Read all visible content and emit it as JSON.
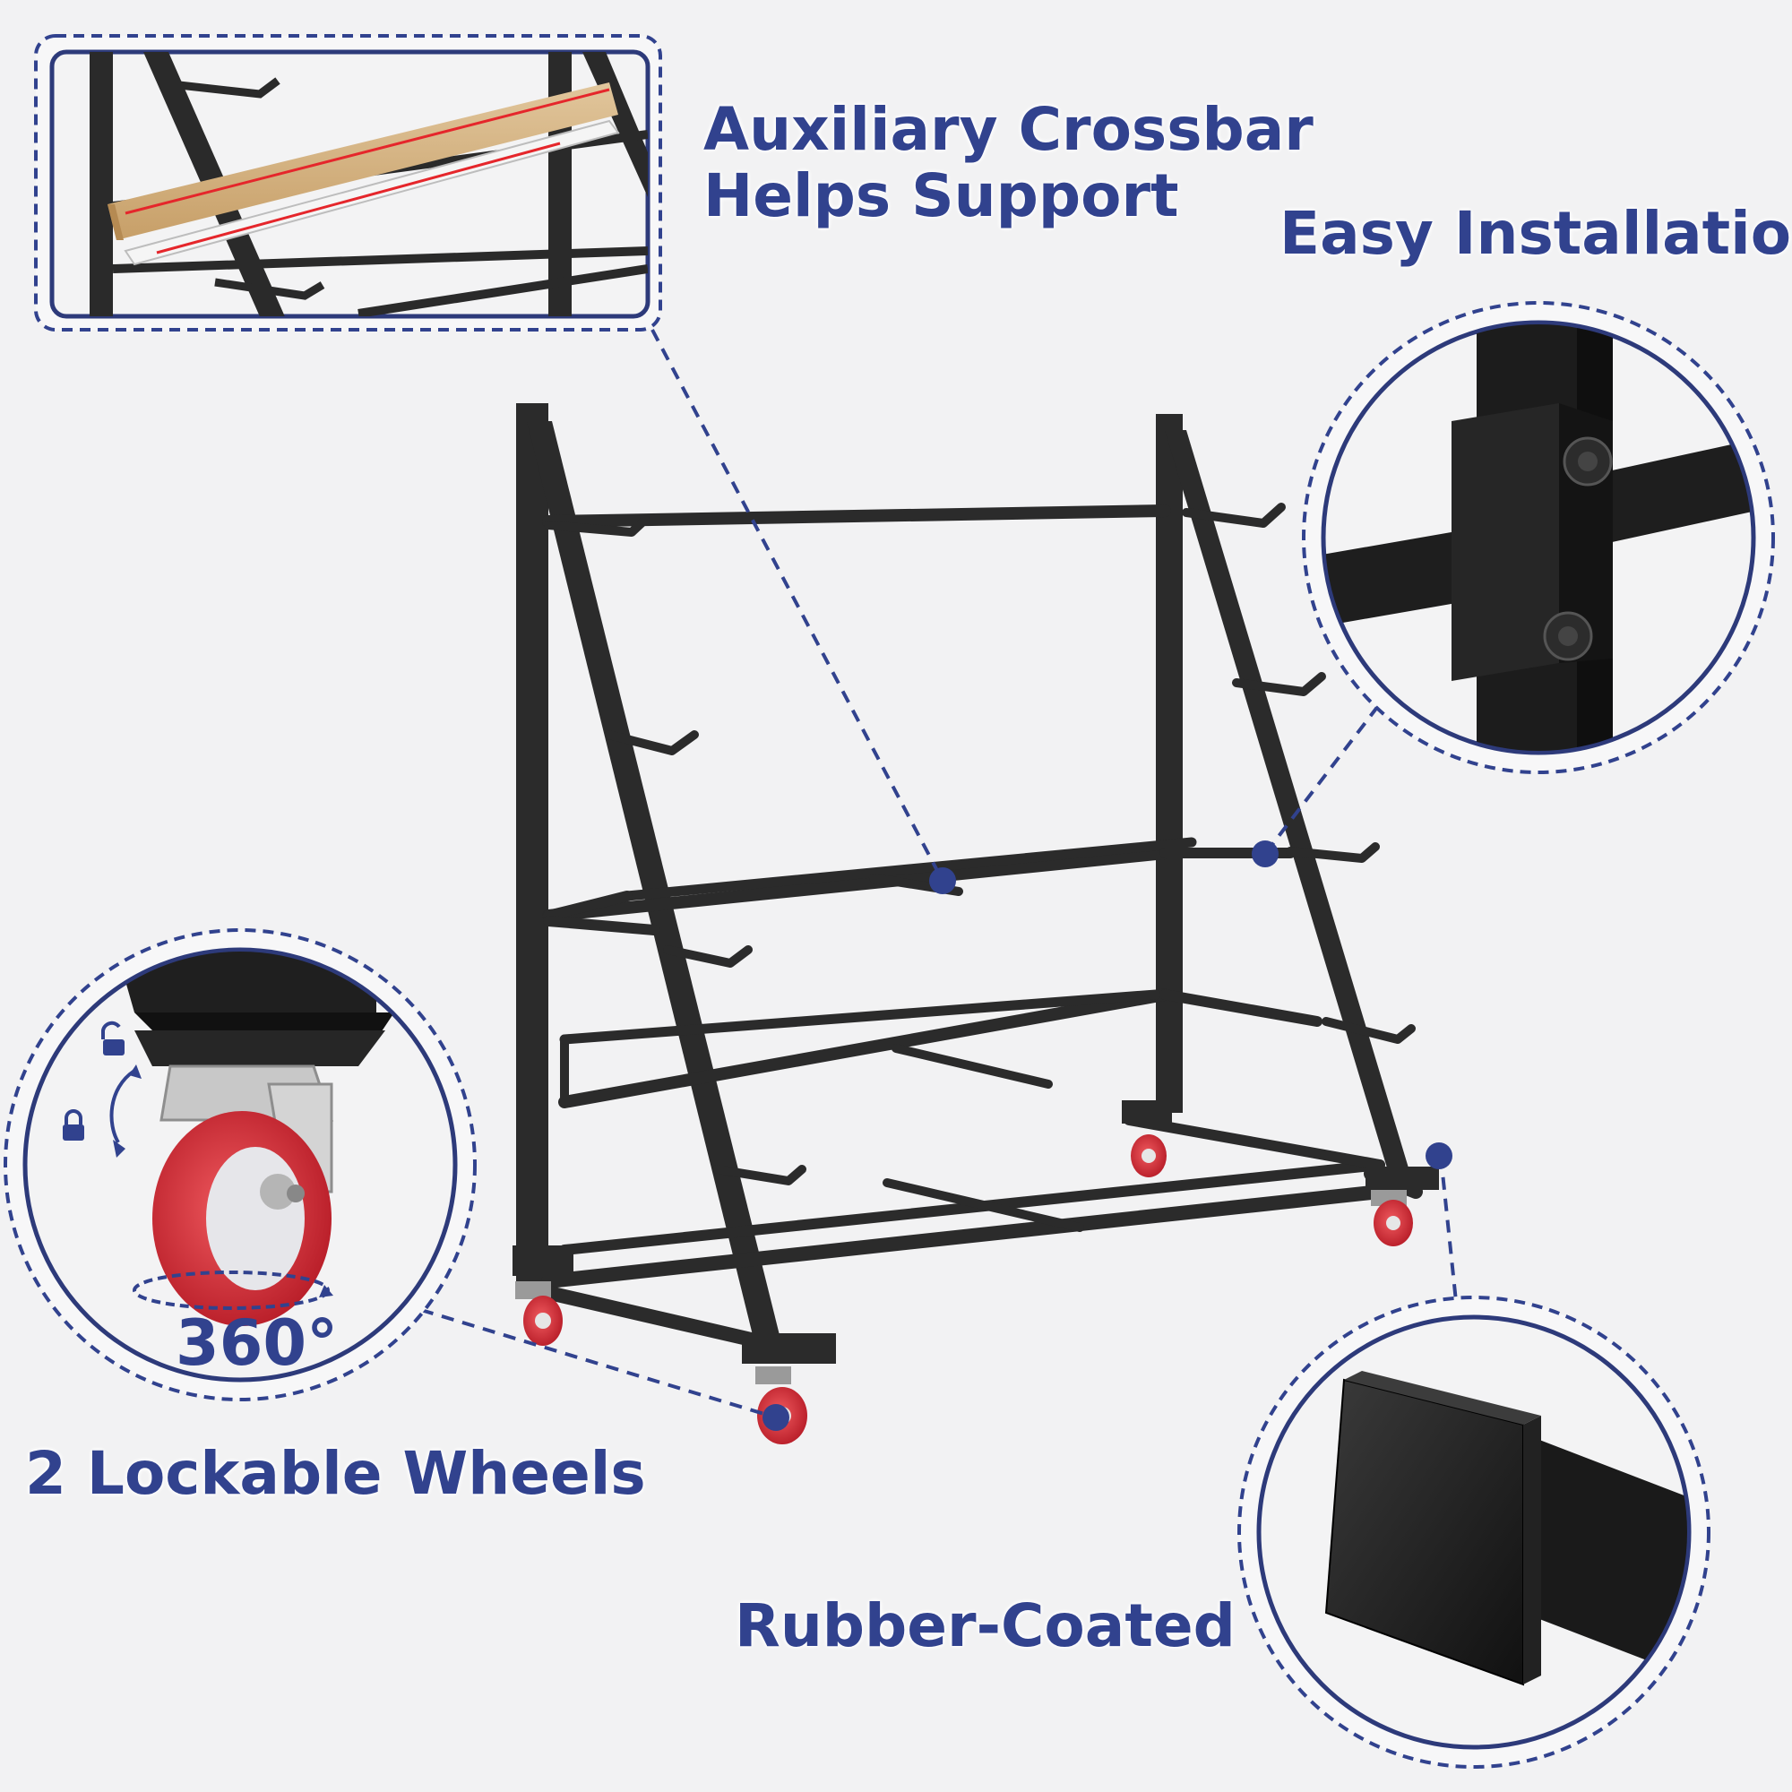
{
  "labels": {
    "crossbar_line1": "Auxiliary Crossbar",
    "crossbar_line2": "Helps Support",
    "installation": "Easy Installation",
    "wheels": "2 Lockable Wheels",
    "rubber": "Rubber-Coated",
    "rotation": "360°"
  },
  "colors": {
    "accent": "#31428e",
    "frame": "#2b2b2b",
    "wheel": "#d8323b",
    "background": "#f2f2f3"
  },
  "icons": [
    "unlock-icon",
    "lock-icon",
    "rotate-arrow-icon"
  ]
}
